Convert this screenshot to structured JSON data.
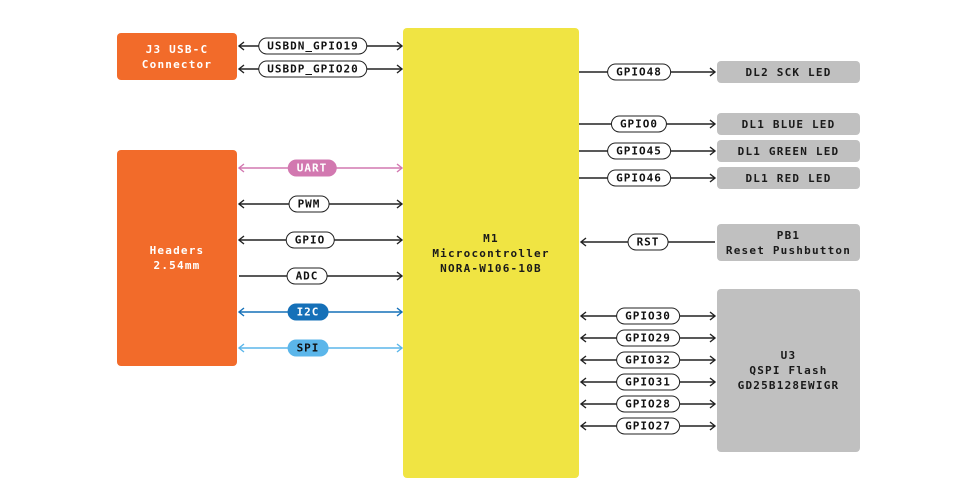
{
  "title": "Block diagram",
  "colors": {
    "peripheral_box": "#f26b2a",
    "mcu_box": "#f0e443",
    "device_box": "#c0c0c0",
    "wire": "#222222",
    "uart": "#d278b0",
    "i2c": "#1570b8",
    "spi": "#5bb6ea"
  },
  "blocks": {
    "usb": {
      "line1": "J3 USB-C",
      "line2": "Connector"
    },
    "headers": {
      "line1": "Headers",
      "line2": "2.54mm"
    },
    "mcu": {
      "line1": "M1",
      "line2": "Microcontroller",
      "line3": "NORA-W106-10B"
    },
    "dl2": {
      "label": "DL2 SCK LED"
    },
    "dl1_blue": {
      "label": "DL1 BLUE LED"
    },
    "dl1_green": {
      "label": "DL1 GREEN LED"
    },
    "dl1_red": {
      "label": "DL1 RED LED"
    },
    "pb1": {
      "line1": "PB1",
      "line2": "Reset Pushbutton"
    },
    "u3": {
      "line1": "U3",
      "line2": "QSPI Flash",
      "line3": "GD25B128EWIGR"
    }
  },
  "connections": {
    "left": [
      {
        "label": "USBDN_GPIO19",
        "direction": "bidirectional",
        "style": "default"
      },
      {
        "label": "USBDP_GPIO20",
        "direction": "bidirectional",
        "style": "default"
      },
      {
        "label": "UART",
        "direction": "bidirectional",
        "style": "uart"
      },
      {
        "label": "PWM",
        "direction": "bidirectional",
        "style": "default"
      },
      {
        "label": "GPIO",
        "direction": "bidirectional",
        "style": "default"
      },
      {
        "label": "ADC",
        "direction": "to-mcu",
        "style": "default"
      },
      {
        "label": "I2C",
        "direction": "bidirectional",
        "style": "i2c"
      },
      {
        "label": "SPI",
        "direction": "bidirectional",
        "style": "spi"
      }
    ],
    "right": [
      {
        "label": "GPIO48",
        "direction": "from-mcu",
        "style": "default"
      },
      {
        "label": "GPIO0",
        "direction": "from-mcu",
        "style": "default"
      },
      {
        "label": "GPIO45",
        "direction": "from-mcu",
        "style": "default"
      },
      {
        "label": "GPIO46",
        "direction": "from-mcu",
        "style": "default"
      },
      {
        "label": "RST",
        "direction": "to-mcu",
        "style": "default"
      },
      {
        "label": "GPIO30",
        "direction": "bidirectional",
        "style": "default"
      },
      {
        "label": "GPIO29",
        "direction": "bidirectional",
        "style": "default"
      },
      {
        "label": "GPIO32",
        "direction": "bidirectional",
        "style": "default"
      },
      {
        "label": "GPIO31",
        "direction": "bidirectional",
        "style": "default"
      },
      {
        "label": "GPIO28",
        "direction": "bidirectional",
        "style": "default"
      },
      {
        "label": "GPIO27",
        "direction": "bidirectional",
        "style": "default"
      }
    ]
  }
}
